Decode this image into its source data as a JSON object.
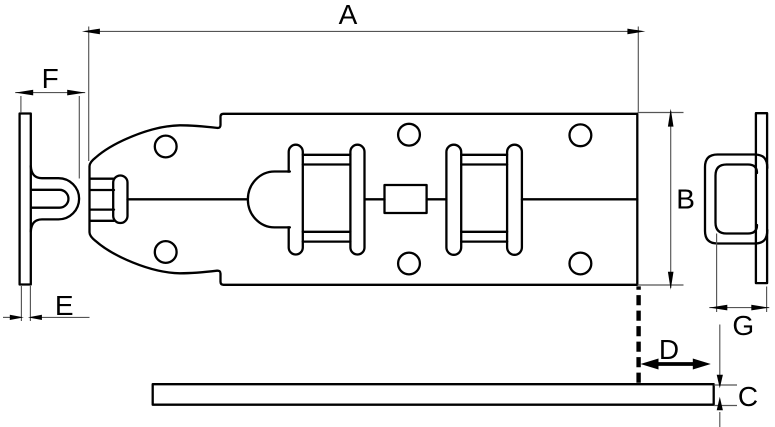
{
  "diagram": {
    "type": "technical-drawing",
    "subject": "door bolt latch with dimension annotations",
    "labels": {
      "a": "A",
      "b": "B",
      "c": "C",
      "d": "D",
      "e": "E",
      "f": "F",
      "g": "G"
    },
    "colors": {
      "background": "#ffffff",
      "outline": "#000000",
      "dimension_line": "#555555"
    }
  }
}
